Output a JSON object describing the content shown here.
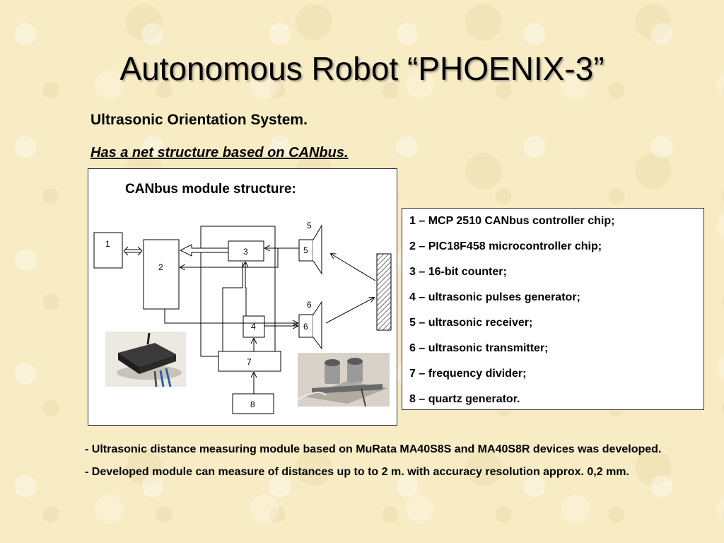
{
  "slide": {
    "title": "Autonomous Robot “PHOENIX-3”",
    "subtitle": "Ultrasonic Orientation System.",
    "subtitle2": "Has a net structure based on CANbus."
  },
  "diagram": {
    "title": "CANbus module structure:",
    "blocks": {
      "b1": "1",
      "b2": "2",
      "b3": "3",
      "b4": "4",
      "b5": "5",
      "b5_top": "5",
      "b6": "6",
      "b6_top": "6",
      "b7": "7",
      "b8": "8"
    }
  },
  "legend": {
    "items": [
      "1 – MCP 2510 CANbus controller chip;",
      "2 – PIC18F458 microcontroller chip;",
      "3 – 16-bit counter;",
      "4 – ultrasonic pulses generator;",
      "5 – ultrasonic receiver;",
      "6 – ultrasonic transmitter;",
      "7 – frequency divider;",
      "8 – quartz generator."
    ]
  },
  "notes": [
    "- Ultrasonic distance measuring module based on MuRata MA40S8S and MA40S8R devices was developed.",
    "- Developed module can measure of distances up to to 2 m. with accuracy resolution approx. 0,2 mm."
  ]
}
